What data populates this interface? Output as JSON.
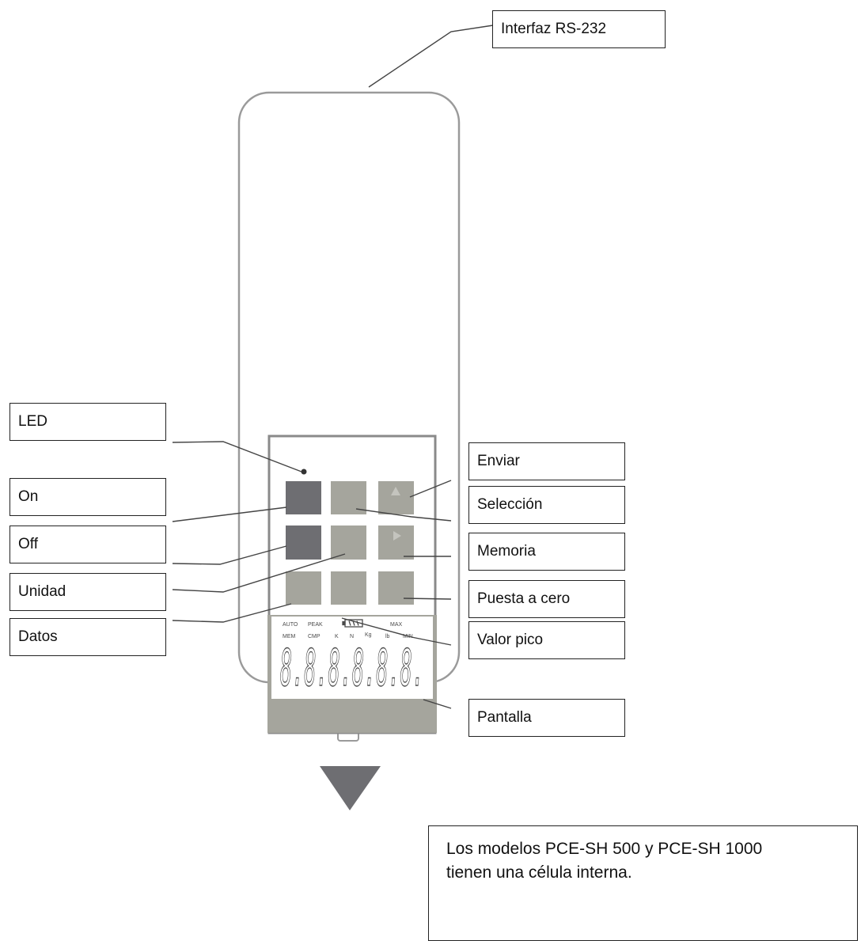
{
  "callouts": {
    "interface": "Interfaz RS-232",
    "led": "LED",
    "on": "On",
    "off": "Off",
    "unit": "Unidad",
    "data": "Datos",
    "send": "Enviar",
    "selection": "Selección",
    "memory": "Memoria",
    "zero": "Puesta a cero",
    "peak_value": "Valor pico",
    "display": "Pantalla"
  },
  "lcd": {
    "auto": "AUTO",
    "peak": "PEAK",
    "max": "MAX",
    "mem": "MEM",
    "cmp": "CMP",
    "k": "K",
    "n": "N",
    "kg": "Kg",
    "lb": "lb",
    "min": "MIN",
    "digits": "8.8.8.8.8.8."
  },
  "note": {
    "line1": "Los modelos PCE-SH 500 y PCE-SH 1000",
    "line2": "tienen una célula interna."
  },
  "colors": {
    "body_outline": "#9a9a9a",
    "panel_border": "#8a8a8a",
    "dark_button": "#6e6e72",
    "light_button": "#a5a59d",
    "lcd_bg": "#a5a59d",
    "lcd_text": "#4a4a4a",
    "lead_line": "#444444"
  },
  "icons": {
    "up_button": "triangle-up-icon",
    "right_button": "triangle-right-icon",
    "bottom_arrow": "triangle-down-icon",
    "battery": "battery-icon"
  }
}
